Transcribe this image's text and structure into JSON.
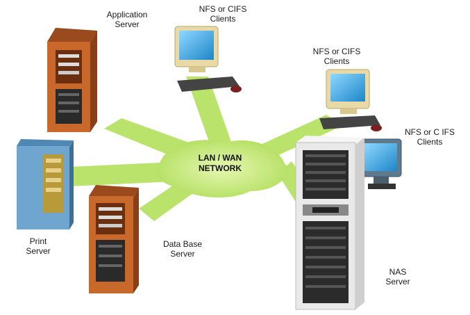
{
  "hub": {
    "line1": "LAN / WAN",
    "line2": "NETWORK"
  },
  "nodes": {
    "application_server": {
      "line1": "Application",
      "line2": "Server"
    },
    "nfs_client_top": {
      "line1": "NFS or CIFS",
      "line2": "Clients"
    },
    "nfs_client_right": {
      "line1": "NFS or CIFS",
      "line2": "Clients"
    },
    "nfs_client_right2": {
      "line1": "NFS or C IFS",
      "line2": "Clients"
    },
    "print_server": {
      "line1": "Print",
      "line2": "Server"
    },
    "database_server": {
      "line1": "Data Base",
      "line2": "Server"
    },
    "nas_server": {
      "line1": "NAS",
      "line2": "Server"
    }
  },
  "colors": {
    "network": "#b9e36a",
    "network_core": "#d6f08e",
    "server_body": "#c8682a",
    "server_dark": "#7a3a14",
    "print_server": "#6fa6cf",
    "monitor": "#e8d9a6",
    "screen": "#2aa3e0",
    "nas": "#e9e9e9"
  }
}
